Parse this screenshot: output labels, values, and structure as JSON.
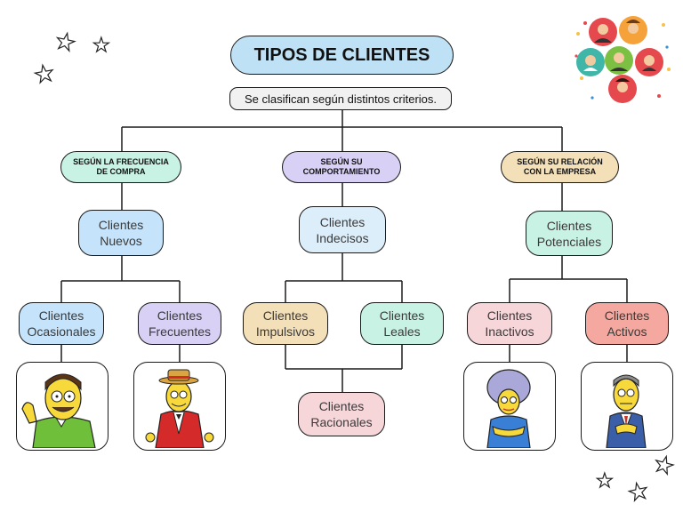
{
  "title": "TIPOS DE CLIENTES",
  "subtitle": "Se clasifican según distintos criterios.",
  "categories": [
    {
      "label_line1": "SEGÚN LA FRECUENCIA",
      "label_line2": "DE COMPRA",
      "color": "#c8f2e4"
    },
    {
      "label_line1": "SEGÚN SU",
      "label_line2": "COMPORTAMIENTO",
      "color": "#d8d0f5"
    },
    {
      "label_line1": "SEGÚN SU RELACIÓN",
      "label_line2": "CON LA EMPRESA",
      "color": "#f4e0b8"
    }
  ],
  "nodes": {
    "nuevos": {
      "line1": "Clientes",
      "line2": "Nuevos",
      "color": "#c5e3fa"
    },
    "indecisos": {
      "line1": "Clientes",
      "line2": "Indecisos",
      "color": "#ddeefb"
    },
    "potenciales": {
      "line1": "Clientes",
      "line2": "Potenciales",
      "color": "#c8f2e4"
    },
    "ocasionales": {
      "line1": "Clientes",
      "line2": "Ocasionales",
      "color": "#c5e3fa"
    },
    "frecuentes": {
      "line1": "Clientes",
      "line2": "Frecuentes",
      "color": "#d8d0f5"
    },
    "impulsivos": {
      "line1": "Clientes",
      "line2": "Impulsivos",
      "color": "#f4e0b8"
    },
    "leales": {
      "line1": "Clientes",
      "line2": "Leales",
      "color": "#c8f2e4"
    },
    "racionales": {
      "line1": "Clientes",
      "line2": "Racionales",
      "color": "#f7d6da"
    },
    "inactivos": {
      "line1": "Clientes",
      "line2": "Inactivos",
      "color": "#f7d6da"
    },
    "activos": {
      "line1": "Clientes",
      "line2": "Activos",
      "color": "#f4a89f"
    }
  },
  "icons": {
    "people": "people-group-icon",
    "characters": [
      "flanders-character-icon",
      "burns-character-icon",
      "selma-character-icon",
      "skinner-character-icon"
    ],
    "stars": "star-icon"
  }
}
